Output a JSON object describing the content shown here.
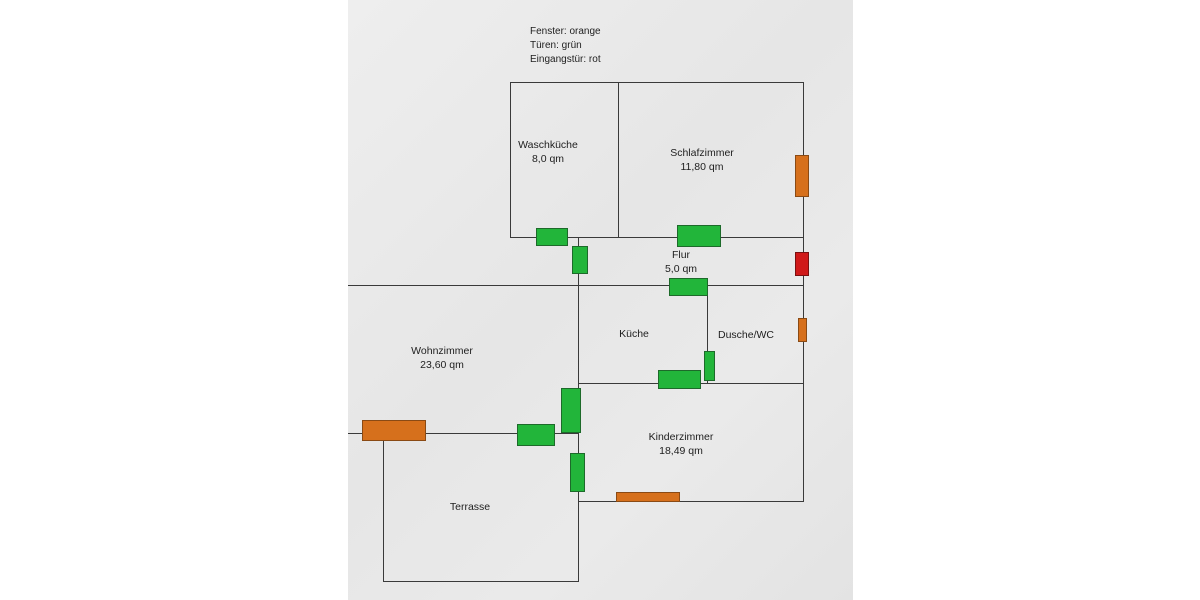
{
  "legend": {
    "windows": "Fenster: orange",
    "doors": "Türen: grün",
    "entrance": "Eingangstür: rot"
  },
  "rooms": {
    "waschkueche": {
      "name": "Waschküche",
      "area": "8,0 qm"
    },
    "schlafzimmer": {
      "name": "Schlafzimmer",
      "area": "11,80 qm"
    },
    "flur": {
      "name": "Flur",
      "area": "5,0 qm"
    },
    "kueche": {
      "name": "Küche"
    },
    "dusche_wc": {
      "name": "Dusche/WC"
    },
    "wohnzimmer": {
      "name": "Wohnzimmer",
      "area": "23,60 qm"
    },
    "kinderzimmer": {
      "name": "Kinderzimmer",
      "area": "18,49 qm"
    },
    "terrasse": {
      "name": "Terrasse"
    }
  },
  "colors": {
    "window": "#d6701c",
    "door": "#22b53a",
    "entrance_door": "#d01919",
    "wall": "#3a3a3a",
    "background": "#e8e8e8"
  }
}
